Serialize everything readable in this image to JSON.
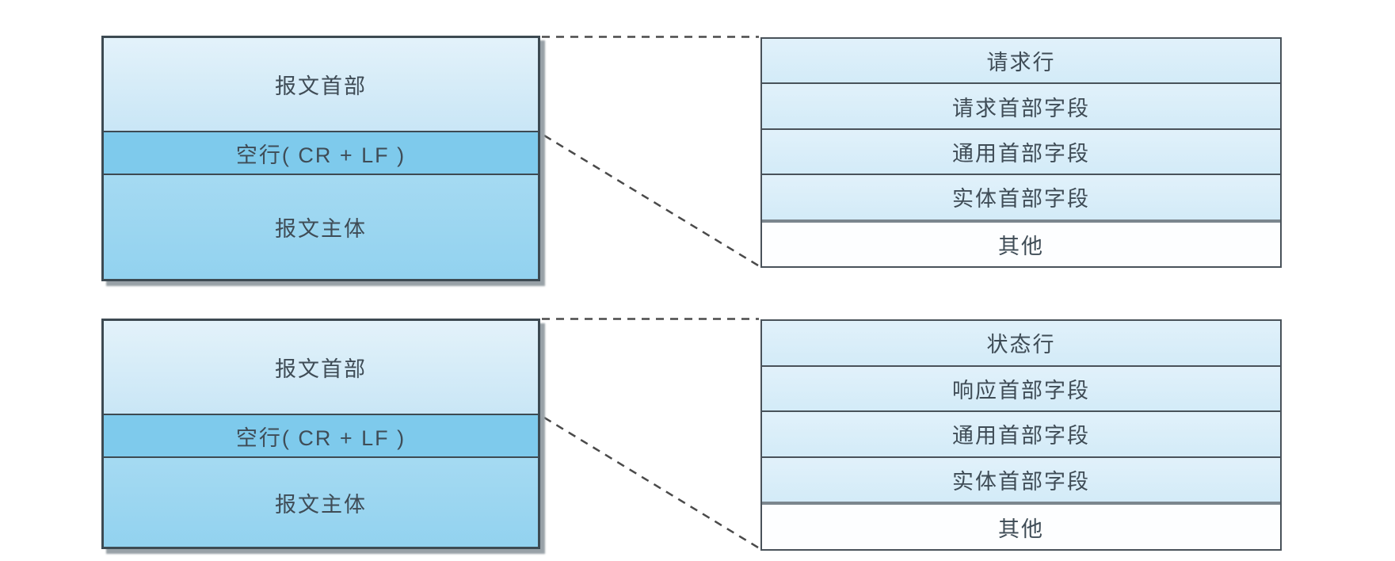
{
  "diagrams": [
    {
      "id": "http-request-message",
      "left_box": {
        "rows": [
          "报文首部",
          "空行( CR + LF )",
          "报文主体"
        ]
      },
      "right_box": {
        "rows": [
          "请求行",
          "请求首部字段",
          "通用首部字段",
          "实体首部字段",
          "其他"
        ]
      }
    },
    {
      "id": "http-response-message",
      "left_box": {
        "rows": [
          "报文首部",
          "空行( CR + LF )",
          "报文主体"
        ]
      },
      "right_box": {
        "rows": [
          "状态行",
          "响应首部字段",
          "通用首部字段",
          "实体首部字段",
          "其他"
        ]
      }
    }
  ],
  "colors": {
    "header_row_bg_top": "#e3f2fa",
    "header_row_bg_bottom": "#c9e6f6",
    "blank_line_row_bg": "#7ecaec",
    "body_row_bg": "#9bd6f0",
    "detail_row_bg": "#d9eef9",
    "other_row_bg": "#fdfeff",
    "box_border": "#3d4a52",
    "thick_separator": "#7b868e",
    "dashed_line": "#4a4a4a",
    "text": "#3f4c56",
    "shadow": "#98a1a7",
    "background": "#ffffff"
  }
}
